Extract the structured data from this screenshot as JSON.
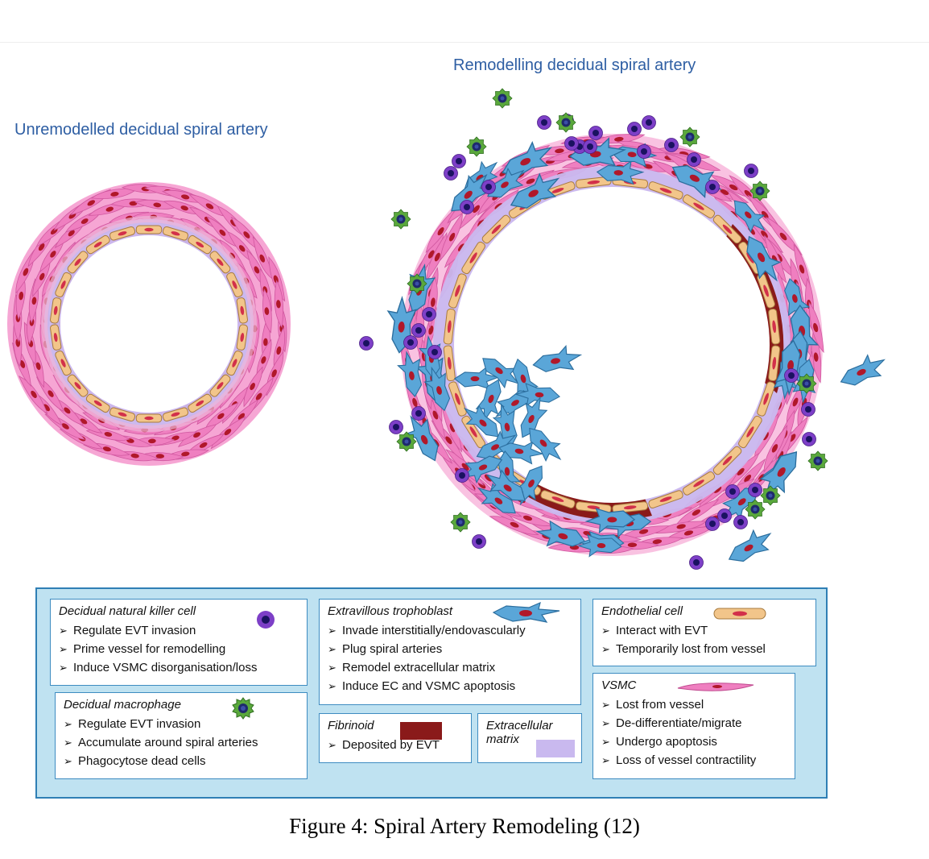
{
  "titles": {
    "unremodelled": "Unremodelled decidual spiral artery",
    "remodelling": "Remodelling decidual spiral artery"
  },
  "legend": {
    "nk": {
      "title": "Decidual natural killer cell",
      "icon": "nk-cell-icon",
      "bullets": [
        "Regulate EVT invasion",
        "Prime vessel for remodelling",
        "Induce VSMC disorganisation/loss"
      ]
    },
    "macrophage": {
      "title": "Decidual macrophage",
      "icon": "macrophage-icon",
      "bullets": [
        "Regulate EVT invasion",
        "Accumulate around spiral arteries",
        "Phagocytose dead cells"
      ]
    },
    "evt": {
      "title": "Extravillous trophoblast",
      "icon": "trophoblast-icon",
      "bullets": [
        "Invade interstitially/endovascularly",
        "Plug spiral arteries",
        "Remodel extracellular matrix",
        "Induce EC and VSMC apoptosis"
      ]
    },
    "fibrinoid": {
      "title": "Fibrinoid",
      "icon": "fibrinoid-swatch",
      "bullets": [
        "Deposited by EVT"
      ]
    },
    "ecm": {
      "title_line1": "Extracellular",
      "title_line2": "matrix",
      "icon": "extracellular-matrix-swatch"
    },
    "endothelial": {
      "title": "Endothelial cell",
      "icon": "endothelial-cell-icon",
      "bullets": [
        "Interact with EVT",
        "Temporarily lost from vessel"
      ]
    },
    "vsmc": {
      "title": "VSMC",
      "icon": "vsmc-icon",
      "bullets": [
        "Lost from vessel",
        "De-differentiate/migrate",
        "Undergo apoptosis",
        "Loss of vessel contractility"
      ]
    }
  },
  "caption": "Figure 4: Spiral Artery Remodeling (12)",
  "colors": {
    "title_blue": "#2e5ea3",
    "vsmc_pink": "#ef7fc0",
    "ecm_lavender": "#c9b9ef",
    "endothelial_tan": "#f2c58a",
    "trophoblast_blue": "#5aa6d8",
    "nk_purple": "#7d3fc7",
    "macrophage_green": "#5aa83c",
    "fibrinoid_red": "#8a1a1a",
    "nucleus_red": "#b0182a",
    "legend_bg": "#bfe2f1",
    "legend_border": "#2f7fb5"
  }
}
